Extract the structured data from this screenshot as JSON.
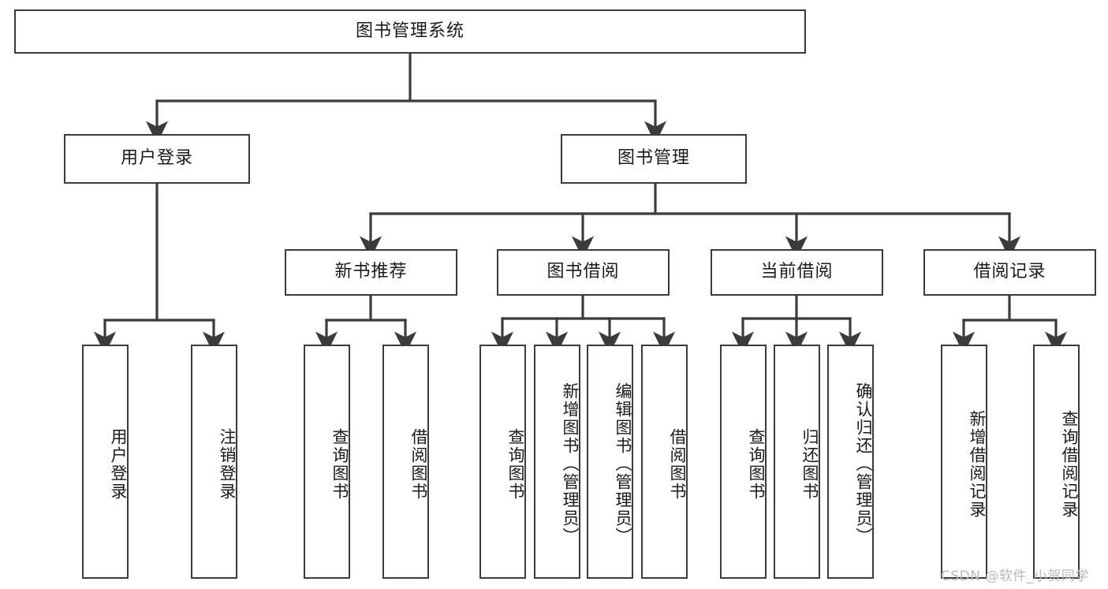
{
  "diagram": {
    "title": "图书管理系统",
    "watermark": "CSDN @软件_小贺同学",
    "colors": {
      "stroke": "#3b3b3b",
      "fill": "#ffffff",
      "text": "#1a1a1a",
      "watermark": "#b9b9b9"
    },
    "levels": {
      "root": {
        "label": "图书管理系统"
      },
      "level2": [
        {
          "label": "用户登录"
        },
        {
          "label": "图书管理"
        }
      ],
      "level3": [
        {
          "label": "新书推荐"
        },
        {
          "label": "图书借阅"
        },
        {
          "label": "当前借阅"
        },
        {
          "label": "借阅记录"
        }
      ],
      "leaves": {
        "user_login": [
          {
            "label": "用户登录"
          },
          {
            "label": "注销登录"
          }
        ],
        "new_book": [
          {
            "label": "查询图书"
          },
          {
            "label": "借阅图书"
          }
        ],
        "borrow": [
          {
            "label": "查询图书"
          },
          {
            "label": "新增图书（管理员）"
          },
          {
            "label": "编辑图书（管理员）"
          },
          {
            "label": "借阅图书"
          }
        ],
        "current": [
          {
            "label": "查询图书"
          },
          {
            "label": "归还图书"
          },
          {
            "label": "确认归还（管理员）"
          }
        ],
        "records": [
          {
            "label": "新增借阅记录"
          },
          {
            "label": "查询借阅记录"
          }
        ]
      }
    }
  }
}
